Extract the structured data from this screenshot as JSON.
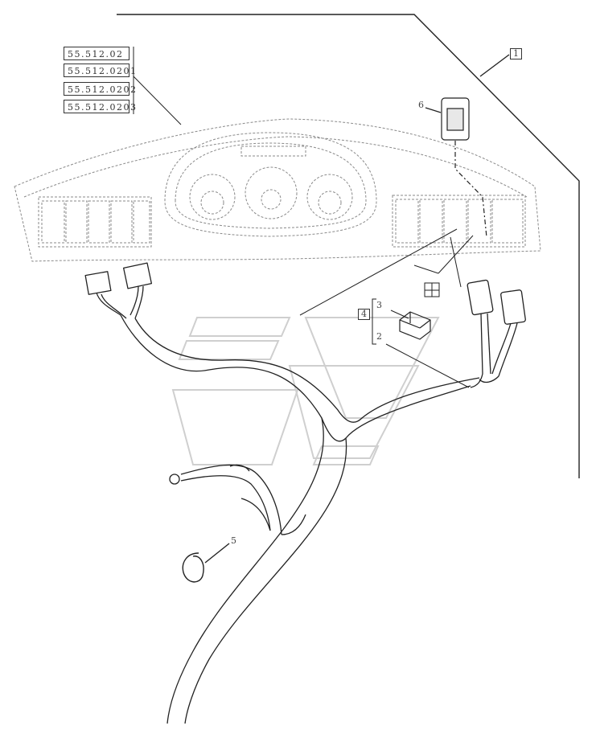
{
  "references": [
    "55.512.02",
    "55.512.0201",
    "55.512.0202",
    "55.512.0203"
  ],
  "callouts": {
    "c1": "1",
    "c2": "2",
    "c3": "3",
    "c4": "4",
    "c5": "5",
    "c6": "6"
  },
  "colors": {
    "line": "#222222",
    "dash": "#8a8a8a"
  }
}
